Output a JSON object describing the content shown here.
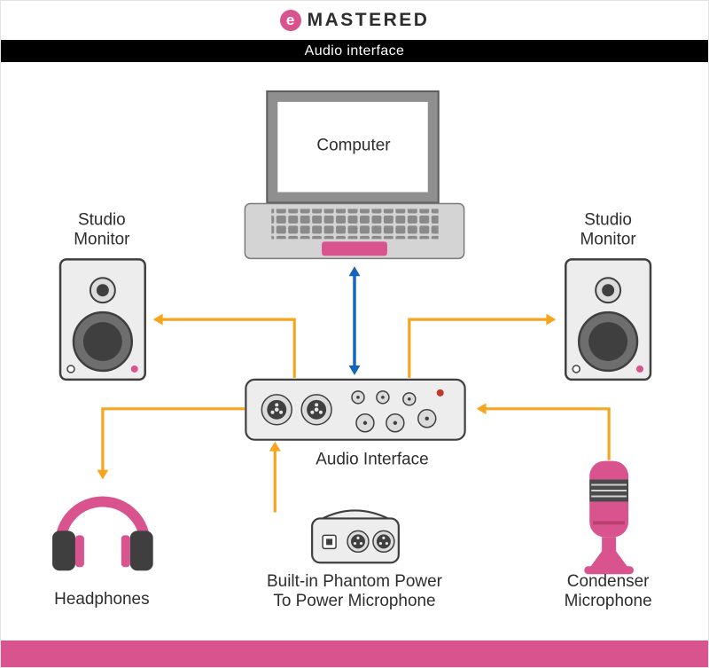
{
  "header": {
    "logo_letter": "e",
    "brand": "MASTERED"
  },
  "title_bar": {
    "title": "Audio interface"
  },
  "diagram": {
    "labels": {
      "computer": "Computer",
      "monitor_line1": "Studio",
      "monitor_line2": "Monitor",
      "audio_interface": "Audio Interface",
      "headphones": "Headphones",
      "phantom_line1": "Built-in Phantom Power",
      "phantom_line2": "To Power Microphone",
      "mic_line1": "Condenser",
      "mic_line2": "Microphone"
    },
    "nodes": [
      {
        "id": "computer",
        "label": "Computer"
      },
      {
        "id": "studio-monitor-left",
        "label": "Studio Monitor"
      },
      {
        "id": "studio-monitor-right",
        "label": "Studio Monitor"
      },
      {
        "id": "audio-interface",
        "label": "Audio Interface"
      },
      {
        "id": "headphones",
        "label": "Headphones"
      },
      {
        "id": "phantom-power",
        "label": "Built-in Phantom Power To Power Microphone"
      },
      {
        "id": "condenser-microphone",
        "label": "Condenser Microphone"
      }
    ],
    "edges": [
      {
        "from": "computer",
        "to": "audio-interface",
        "direction": "bidirectional",
        "color": "blue"
      },
      {
        "from": "audio-interface",
        "to": "studio-monitor-left",
        "direction": "one-way",
        "color": "orange"
      },
      {
        "from": "audio-interface",
        "to": "studio-monitor-right",
        "direction": "one-way",
        "color": "orange"
      },
      {
        "from": "audio-interface",
        "to": "headphones",
        "direction": "one-way",
        "color": "orange"
      },
      {
        "from": "phantom-power",
        "to": "audio-interface",
        "direction": "one-way",
        "color": "orange"
      },
      {
        "from": "condenser-microphone",
        "to": "audio-interface",
        "direction": "one-way",
        "color": "orange"
      }
    ],
    "colors": {
      "pink": "#d9538f",
      "orange": "#f5a51f",
      "blue": "#1565c0",
      "text_dark": "#2d2d2d",
      "gray_light": "#ededed",
      "gray_mid": "#8f8f8f",
      "gray_dark": "#3f3f3f",
      "laptop_frame": "#8f8f8f",
      "laptop_base": "#d4d4d4",
      "key_gray": "#8a8a8a",
      "red": "#c0392b"
    }
  }
}
